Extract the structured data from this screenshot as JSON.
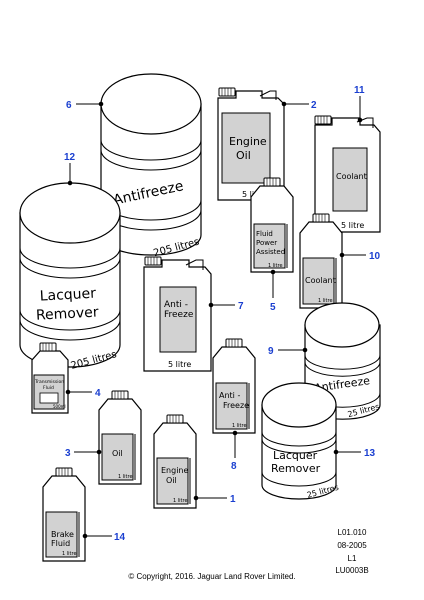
{
  "callouts": [
    "1",
    "2",
    "3",
    "4",
    "5",
    "6",
    "7",
    "8",
    "9",
    "10",
    "11",
    "12",
    "13",
    "14"
  ],
  "labels": {
    "antifreeze_drum": "Antifreeze",
    "drum_205": "205 litres",
    "lacquer_line1": "Lacquer",
    "lacquer_line2": "Remover",
    "engine_oil_5l_line1": "Engine",
    "engine_oil_5l_line2": "Oil",
    "five_litre": "5 litre",
    "coolant": "Coolant",
    "fluid_power_line1": "Fluid",
    "fluid_power_line2": "Power",
    "fluid_power_line3": "Assisted",
    "one_litre": "1 litre",
    "anti_freeze_line1": "Anti -",
    "anti_freeze_line2": "Freeze",
    "transmission_line1": "Transmission",
    "transmission_line2": "Fluid",
    "small_volume": "500ml",
    "antifreeze_small": "Antifreeze",
    "drum_25": "25 litres",
    "oil": "Oil",
    "engine_oil_line1": "Engine",
    "engine_oil_line2": "Oil",
    "brake_line1": "Brake",
    "brake_line2": "Fluid"
  },
  "meta": {
    "ref": "L01.010",
    "date": "08-2005",
    "level": "L1",
    "code": "LU0003B"
  },
  "copyright": "© Copyright, 2016. Jaguar Land Rover Limited."
}
